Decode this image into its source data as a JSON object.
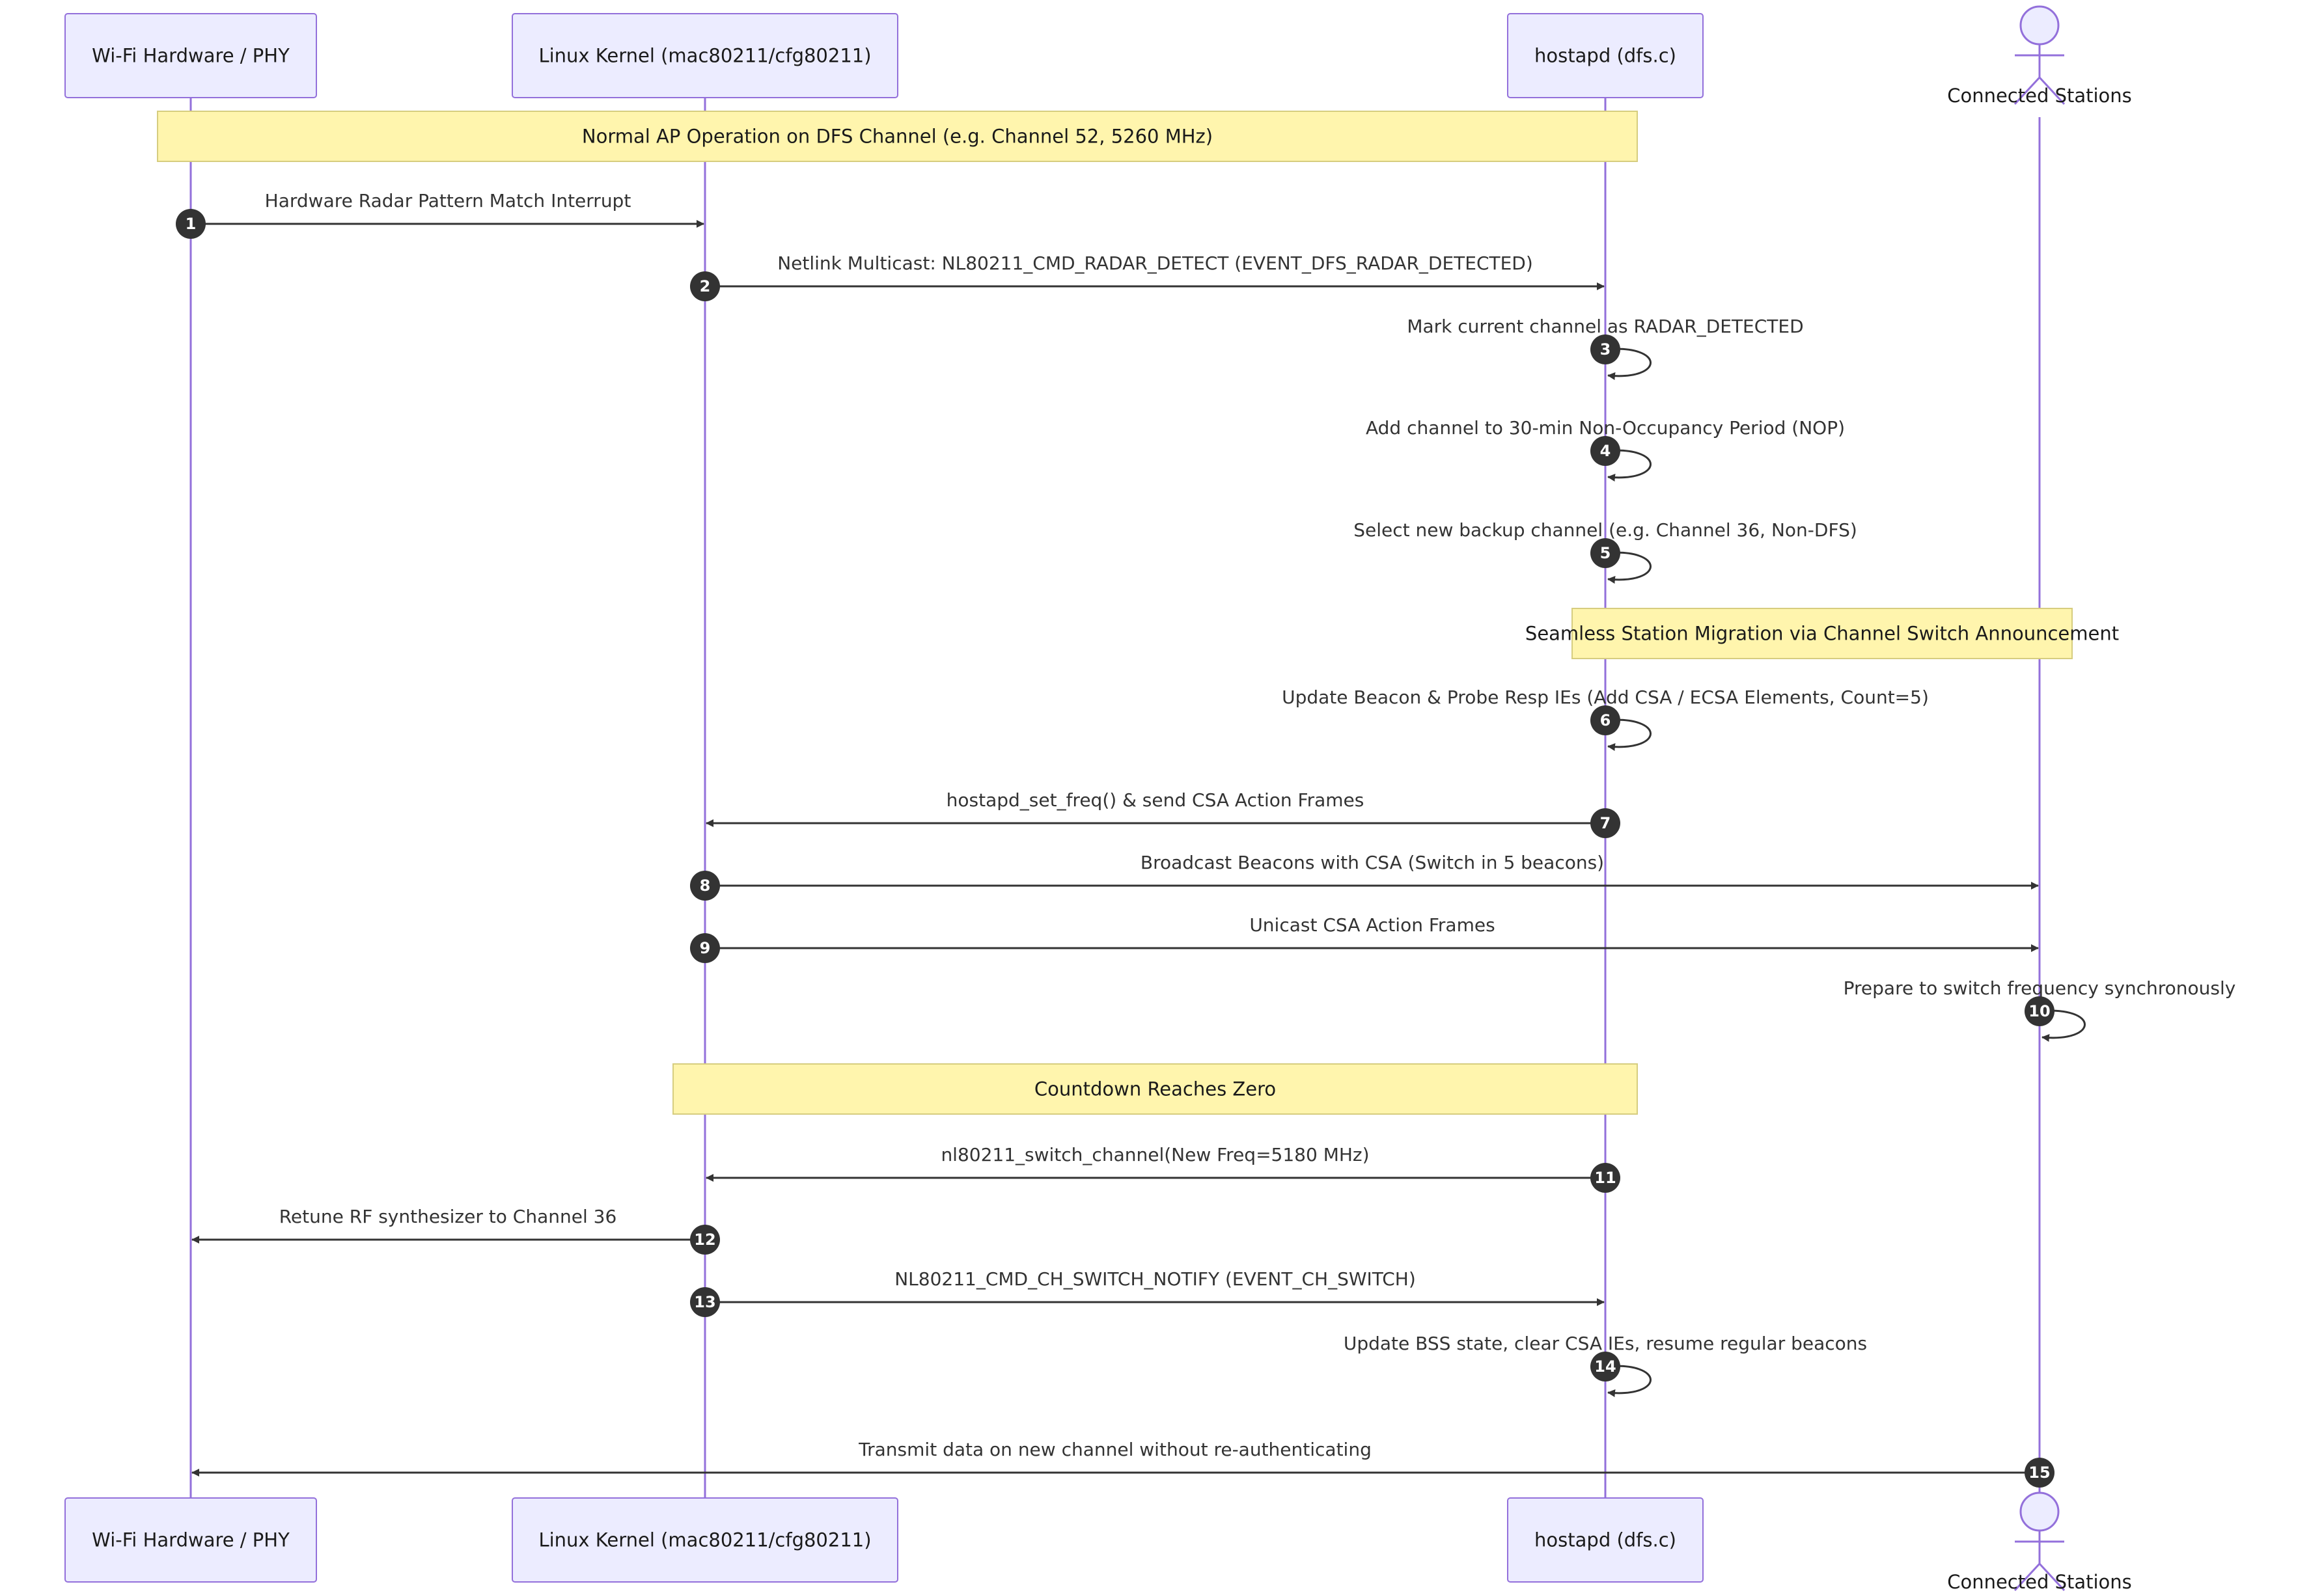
{
  "colors": {
    "participant_fill": "#ECECFF",
    "participant_border": "#9370DB",
    "lifeline": "#9370DB",
    "note_fill": "#FFF5AD",
    "note_border": "#D6CD7F",
    "arrow": "#333333",
    "badge": "#333333"
  },
  "participants": [
    {
      "id": "phy",
      "label": "Wi-Fi Hardware / PHY",
      "kind": "box"
    },
    {
      "id": "kernel",
      "label": "Linux Kernel (mac80211/cfg80211)",
      "kind": "box"
    },
    {
      "id": "hostapd",
      "label": "hostapd (dfs.c)",
      "kind": "box"
    },
    {
      "id": "sta",
      "label": "Connected Stations",
      "kind": "actor"
    }
  ],
  "notes": [
    {
      "text": "Normal AP Operation on DFS Channel (e.g. Channel 52, 5260 MHz)",
      "from": "phy",
      "to": "hostapd"
    },
    {
      "text": "Seamless Station Migration via Channel Switch Announcement",
      "from": "hostapd",
      "to": "sta"
    },
    {
      "text": "Countdown Reaches Zero",
      "from": "kernel",
      "to": "hostapd"
    }
  ],
  "messages": [
    {
      "n": "1",
      "from": "phy",
      "to": "kernel",
      "text": "Hardware Radar Pattern Match Interrupt"
    },
    {
      "n": "2",
      "from": "kernel",
      "to": "hostapd",
      "text": "Netlink Multicast: NL80211_CMD_RADAR_DETECT (EVENT_DFS_RADAR_DETECTED)"
    },
    {
      "n": "3",
      "from": "hostapd",
      "to": "hostapd",
      "text": "Mark current channel as RADAR_DETECTED"
    },
    {
      "n": "4",
      "from": "hostapd",
      "to": "hostapd",
      "text": "Add channel to 30-min Non-Occupancy Period (NOP)"
    },
    {
      "n": "5",
      "from": "hostapd",
      "to": "hostapd",
      "text": "Select new backup channel (e.g. Channel 36, Non-DFS)"
    },
    {
      "n": "6",
      "from": "hostapd",
      "to": "hostapd",
      "text": "Update Beacon & Probe Resp IEs (Add CSA / ECSA Elements, Count=5)"
    },
    {
      "n": "7",
      "from": "hostapd",
      "to": "kernel",
      "text": "hostapd_set_freq() & send CSA Action Frames"
    },
    {
      "n": "8",
      "from": "kernel",
      "to": "sta",
      "text": "Broadcast Beacons with CSA (Switch in 5 beacons)"
    },
    {
      "n": "9",
      "from": "kernel",
      "to": "sta",
      "text": "Unicast CSA Action Frames"
    },
    {
      "n": "10",
      "from": "sta",
      "to": "sta",
      "text": "Prepare to switch frequency synchronously"
    },
    {
      "n": "11",
      "from": "hostapd",
      "to": "kernel",
      "text": "nl80211_switch_channel(New Freq=5180 MHz)"
    },
    {
      "n": "12",
      "from": "kernel",
      "to": "phy",
      "text": "Retune RF synthesizer to Channel 36"
    },
    {
      "n": "13",
      "from": "kernel",
      "to": "hostapd",
      "text": "NL80211_CMD_CH_SWITCH_NOTIFY (EVENT_CH_SWITCH)"
    },
    {
      "n": "14",
      "from": "hostapd",
      "to": "hostapd",
      "text": "Update BSS state, clear CSA IEs, resume regular beacons"
    },
    {
      "n": "15",
      "from": "sta",
      "to": "phy",
      "text": "Transmit data on new channel without re-authenticating"
    }
  ]
}
